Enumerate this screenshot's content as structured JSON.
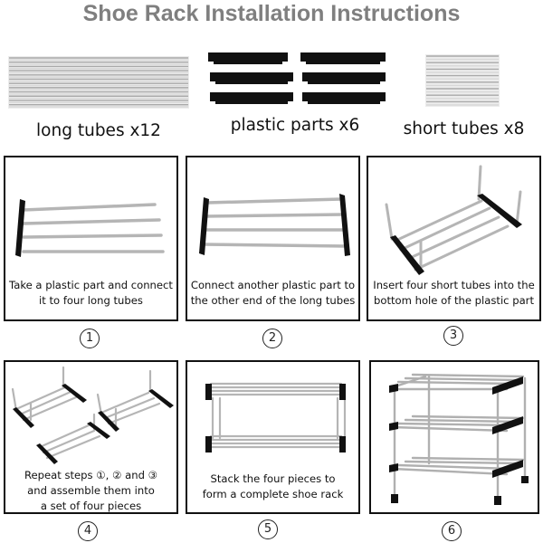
{
  "title": "Shoe Rack Installation Instructions",
  "parts": [
    {
      "label": "long tubes x12"
    },
    {
      "label": "plastic parts x6"
    },
    {
      "label": "short tubes x8"
    }
  ],
  "steps": [
    {
      "number": "1",
      "caption_lines": [
        "Take a plastic part and connect",
        "it to four long tubes"
      ]
    },
    {
      "number": "2",
      "caption_lines": [
        "Connect another plastic part to",
        "the other end of the long tubes"
      ]
    },
    {
      "number": "3",
      "caption_lines": [
        "Insert four short tubes into the",
        "bottom hole of the plastic part"
      ]
    },
    {
      "number": "4",
      "caption_lines": [
        "Repeat steps ①, ② and ③",
        "and assemble them into",
        "a set of four pieces"
      ]
    },
    {
      "number": "5",
      "caption_lines": [
        "Stack the four pieces to",
        "form a complete shoe rack"
      ]
    },
    {
      "number": "6",
      "caption_lines": []
    }
  ],
  "colors": {
    "title": "#7f7f7f",
    "tube": "#b9b9b9",
    "plastic": "#111111"
  }
}
